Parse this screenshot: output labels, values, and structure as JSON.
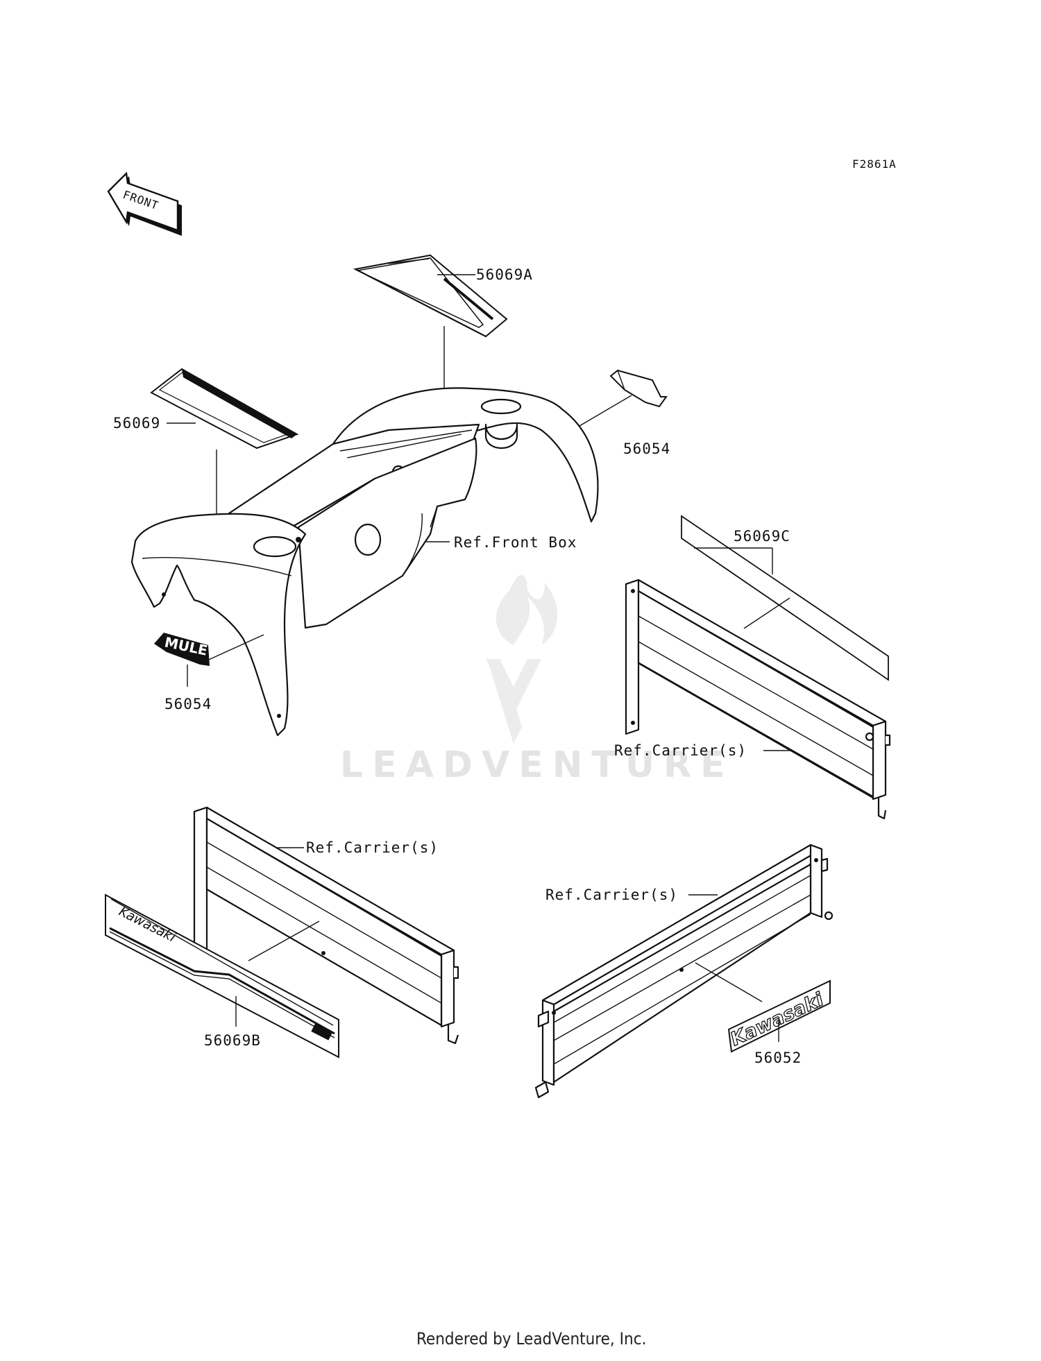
{
  "diagram_code": "F2861A",
  "front_arrow_label": "FRONT",
  "watermark": "LEADVENTURE",
  "footer": "Rendered by LeadVenture, Inc.",
  "callouts": {
    "part_56069A": "56069A",
    "part_56069": "56069",
    "part_56054_top": "56054",
    "part_56054_bottom": "56054",
    "ref_front_box": "Ref.Front Box",
    "part_56069C": "56069C",
    "ref_carrier_right": "Ref.Carrier(s)",
    "ref_carrier_left": "Ref.Carrier(s)",
    "ref_carrier_bottom": "Ref.Carrier(s)",
    "part_56069B": "56069B",
    "part_56052": "56052"
  },
  "decal_text": {
    "mule_logo": "MULE",
    "kawasaki_side": "Kawasaki",
    "kawasaki_emblem": "Kawasaki"
  }
}
